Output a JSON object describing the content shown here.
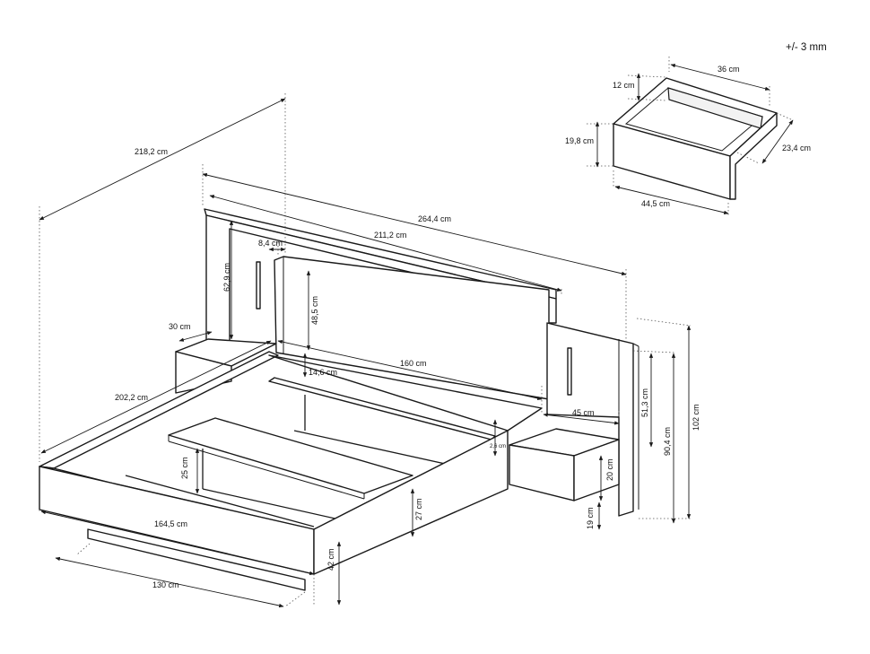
{
  "tolerance": "+/- 3 mm",
  "dimensions": {
    "total_length": "218,2 cm",
    "total_width": "264,4 cm",
    "headboard_width": "211,2 cm",
    "shelf_depth": "8,4 cm",
    "headboard_height": "62,9 cm",
    "inner_headboard_height": "48,5 cm",
    "nightstand_depth": "30 cm",
    "shelf_top": "14,6 cm",
    "mattress_width": "160 cm",
    "frame_length": "202,2 cm",
    "panel_width": "45 cm",
    "panel_height": "51,3 cm",
    "total_height_side": "90,4 cm",
    "total_height": "102 cm",
    "thickness": "2,6 cm",
    "inner_height": "25 cm",
    "rail_height": "27 cm",
    "drawer_front_height": "20 cm",
    "floor_clearance": "19 cm",
    "front_width": "164,5 cm",
    "footboard_height": "42 cm",
    "base_width": "130 cm"
  },
  "drawer_detail": {
    "width": "36 cm",
    "inner_depth": "12 cm",
    "height": "19,8 cm",
    "depth": "23,4 cm",
    "front_width": "44,5 cm"
  }
}
